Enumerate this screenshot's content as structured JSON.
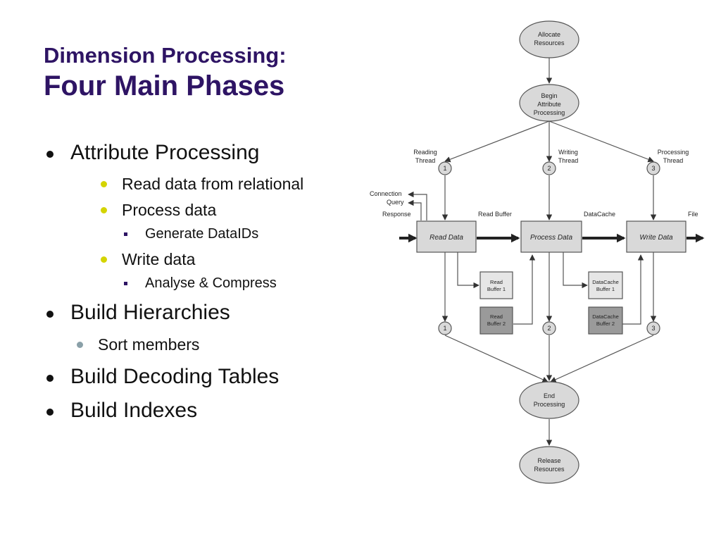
{
  "title": {
    "line1": "Dimension Processing:",
    "line2": "Four Main Phases"
  },
  "bullets": [
    {
      "level": 1,
      "text": "Attribute Processing"
    },
    {
      "level": 2,
      "text": "Read data from relational"
    },
    {
      "level": 2,
      "text": "Process data"
    },
    {
      "level": 3,
      "text": "Generate DataIDs"
    },
    {
      "level": 2,
      "text": "Write data"
    },
    {
      "level": 3,
      "text": "Analyse & Compress"
    },
    {
      "level": 1,
      "text": "Build Hierarchies"
    },
    {
      "level": 2,
      "text": "Sort members"
    },
    {
      "level": 1,
      "text": "Build Decoding Tables"
    },
    {
      "level": 1,
      "text": "Build Indexes"
    }
  ],
  "diagram": {
    "allocate": [
      "Allocate",
      "Resources"
    ],
    "begin": [
      "Begin",
      "Attribute",
      "Processing"
    ],
    "end": [
      "End",
      "Processing"
    ],
    "release": [
      "Release",
      "Resources"
    ],
    "threads": {
      "reading": [
        "Reading",
        "Thread"
      ],
      "writing": [
        "Writing",
        "Thread"
      ],
      "processing": [
        "Processing",
        "Thread"
      ]
    },
    "thread_numbers": [
      "1",
      "2",
      "3"
    ],
    "io_labels": {
      "connection": "Connection",
      "query": "Query",
      "response": "Response",
      "read_buffer": "Read Buffer",
      "datacache": "DataCache",
      "file": "File"
    },
    "boxes": {
      "read": "Read Data",
      "process": "Process Data",
      "write": "Write Data"
    },
    "buffers": {
      "read1": [
        "Read",
        "Buffer 1"
      ],
      "read2": [
        "Read",
        "Buffer 2"
      ],
      "cache1": [
        "DataCache",
        "Buffer 1"
      ],
      "cache2": [
        "DataCache",
        "Buffer 2"
      ]
    },
    "colors": {
      "node_fill": "#d9d9d9",
      "buffer_dark": "#9a9a9a",
      "buffer_light": "#e6e6e6"
    }
  }
}
